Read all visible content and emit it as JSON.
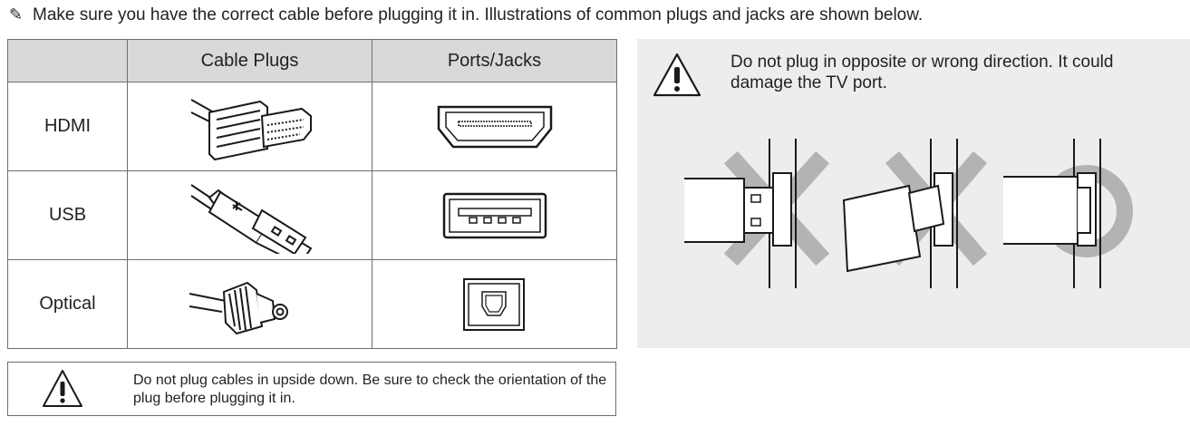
{
  "intro": {
    "icon": "note-pencil-icon",
    "text": "Make sure you have the correct cable before plugging it in. Illustrations of common plugs and jacks are shown below."
  },
  "table": {
    "headers": [
      "",
      "Cable Plugs",
      "Ports/Jacks"
    ],
    "rows": [
      {
        "label": "HDMI",
        "plug_icon": "hdmi-plug-icon",
        "port_icon": "hdmi-port-icon"
      },
      {
        "label": "USB",
        "plug_icon": "usb-plug-icon",
        "port_icon": "usb-port-icon"
      },
      {
        "label": "Optical",
        "plug_icon": "optical-plug-icon",
        "port_icon": "optical-port-icon"
      }
    ]
  },
  "bottom_caution": {
    "icon": "warning-triangle-icon",
    "text": "Do not plug cables in upside down. Be sure to check the orientation of the plug before plugging it in."
  },
  "right_panel": {
    "icon": "warning-triangle-icon",
    "text": "Do not plug in opposite or wrong direction. It could damage the TV port.",
    "diagrams": [
      {
        "icon": "upside-down-plug-icon",
        "verdict": "incorrect"
      },
      {
        "icon": "angled-plug-icon",
        "verdict": "incorrect"
      },
      {
        "icon": "correct-plug-icon",
        "verdict": "correct"
      }
    ],
    "background": "#ededed",
    "mark_color": "#b3b3b3"
  }
}
